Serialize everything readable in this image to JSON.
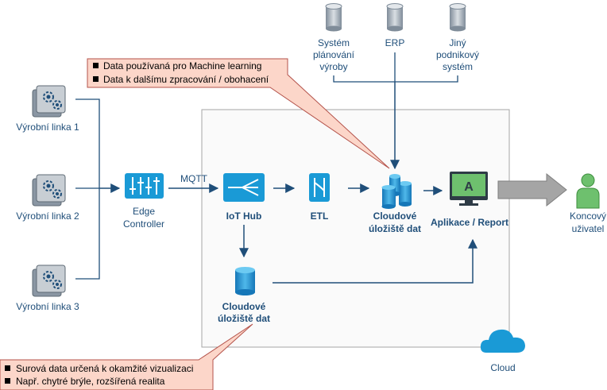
{
  "callouts": {
    "top": {
      "items": [
        "Data používaná pro Machine learning",
        "Data k dalšímu zpracování / obohacení"
      ]
    },
    "bottom": {
      "items": [
        "Surová data určená k okamžité vizualizaci",
        "Např. chytré brýle, rozšířená realita"
      ]
    }
  },
  "lines": [
    {
      "label": "Výrobní linka 1"
    },
    {
      "label": "Výrobní linka 2"
    },
    {
      "label": "Výrobní linka 3"
    }
  ],
  "edge": {
    "line1": "Edge",
    "line2": "Controller"
  },
  "mqtt_label": "MQTT",
  "iot_hub": "IoT Hub",
  "etl": "ETL",
  "cloud_storage_main": {
    "line1": "Cloudové",
    "line2": "úložiště dat"
  },
  "cloud_storage_raw": {
    "line1": "Cloudové",
    "line2": "úložiště dat"
  },
  "app": "Aplikace / Report",
  "user": {
    "line1": "Koncový",
    "line2": "uživatel"
  },
  "cloud_label": "Cloud",
  "enterprise": [
    {
      "lines": [
        "Systém",
        "plánování",
        "výroby"
      ]
    },
    {
      "lines": [
        "ERP"
      ]
    },
    {
      "lines": [
        "Jiný",
        "podnikový",
        "systém"
      ]
    }
  ],
  "colors": {
    "accent": "#1a9ad6",
    "arrow": "#1f4e79",
    "callout_fill": "#fcd6c9",
    "callout_stroke": "#b4534b",
    "cloud_box": "#a6a6a6",
    "user_green": "#6ec06e"
  }
}
